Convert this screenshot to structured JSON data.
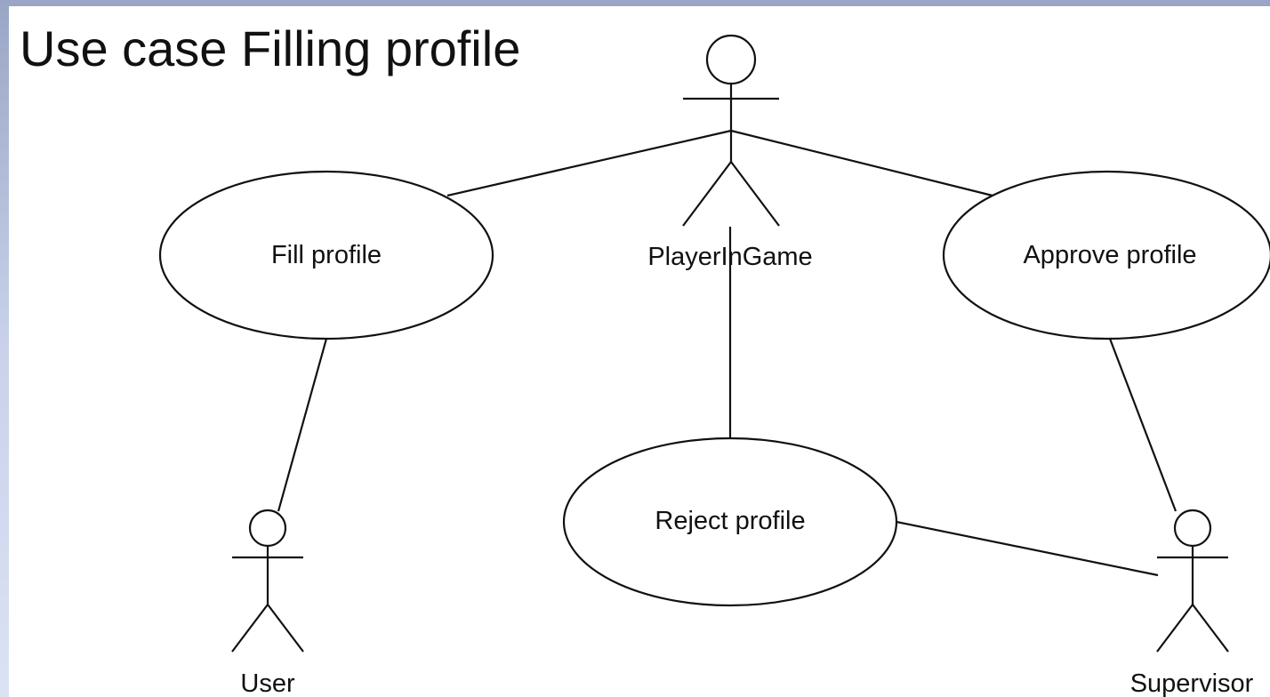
{
  "title": "Use case Filling profile",
  "actors": {
    "player": "PlayerInGame",
    "user": "User",
    "supervisor": "Supervisor"
  },
  "use_cases": {
    "fill": "Fill profile",
    "approve": "Approve profile",
    "reject": "Reject profile"
  },
  "colors": {
    "stroke": "#111111",
    "background": "#ffffff",
    "frame": "#9aa6c6"
  }
}
